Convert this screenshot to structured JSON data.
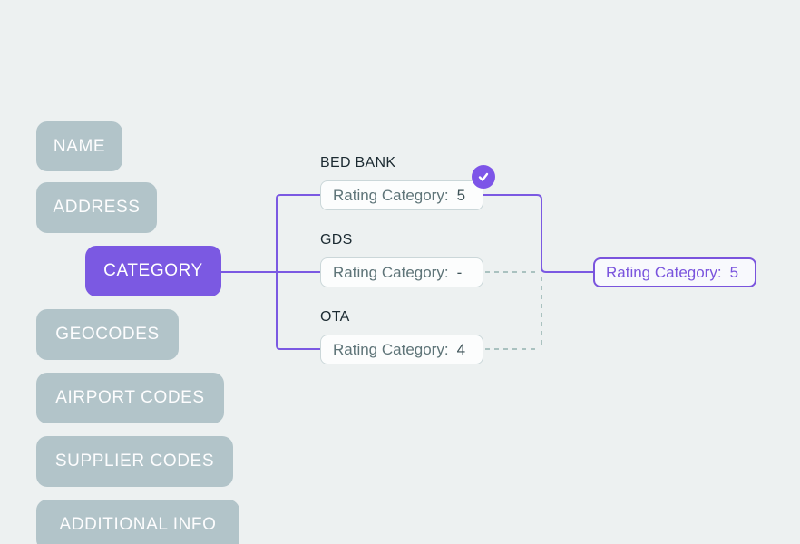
{
  "attributes": {
    "items": [
      {
        "label": "NAME"
      },
      {
        "label": "ADDRESS"
      },
      {
        "label": "CATEGORY"
      },
      {
        "label": "GEOCODES"
      },
      {
        "label": "AIRPORT CODES"
      },
      {
        "label": "SUPPLIER CODES"
      },
      {
        "label": "ADDITIONAL INFO"
      }
    ],
    "active_label": "CATEGORY"
  },
  "sources": [
    {
      "name": "BED BANK",
      "field_label": "Rating Category:",
      "value": "5",
      "selected": true
    },
    {
      "name": "GDS",
      "field_label": "Rating Category:",
      "value": "-",
      "selected": false
    },
    {
      "name": "OTA",
      "field_label": "Rating Category:",
      "value": "4",
      "selected": false
    }
  ],
  "result": {
    "field_label": "Rating Category:",
    "value": "5"
  },
  "icons": {
    "selected_check": "check-icon"
  },
  "colors": {
    "background": "#edf1f1",
    "accent_purple": "#7b59e2",
    "chip_gray": "#b2c4c9",
    "dashed_connector": "#aac2c0",
    "box_border": "#cbd7d9",
    "box_text": "#5e7478",
    "box_value": "#3d5257",
    "source_label_text": "#1c2b32",
    "result_purple": "#7a54dd"
  }
}
